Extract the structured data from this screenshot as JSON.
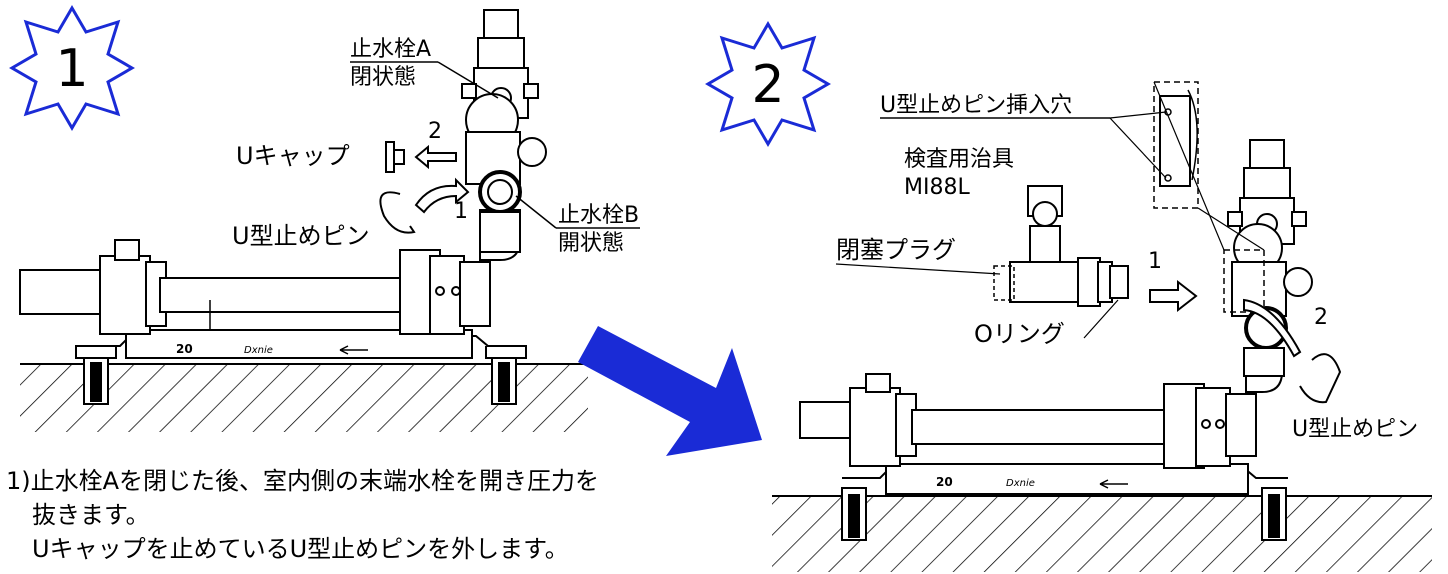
{
  "colors": {
    "step_badge": "#1a2bd6",
    "arrow": "#1a2bd6",
    "line": "#000000",
    "hatch": "#000000"
  },
  "step1": {
    "badge": "1",
    "label_valve_a_line1": "止水栓A",
    "label_valve_a_line2": "閉状態",
    "label_ucap": "Uキャップ",
    "label_step2": "2",
    "label_step1": "1",
    "label_upin": "U型止めピン",
    "label_valve_b_line1": "止水栓B",
    "label_valve_b_line2": "開状態",
    "plate_size": "20",
    "plate_brand": "Dxnie"
  },
  "step2": {
    "badge": "2",
    "label_pin_hole": "U型止めピン挿入穴",
    "label_jig_line1": "検査用治具",
    "label_jig_line2": "MI88L",
    "label_plug": "閉塞プラグ",
    "label_oring": "Oリング",
    "label_step1": "1",
    "label_step2": "2",
    "label_upin": "U型止めピン",
    "plate_size": "20",
    "plate_brand": "Dxnie"
  },
  "instructions": {
    "line1": "1)止水栓Aを閉じた後、室内側の末端水栓を開き圧力を",
    "line2": "抜きます。",
    "line3": "Uキャップを止めているU型止めピンを外します。"
  }
}
